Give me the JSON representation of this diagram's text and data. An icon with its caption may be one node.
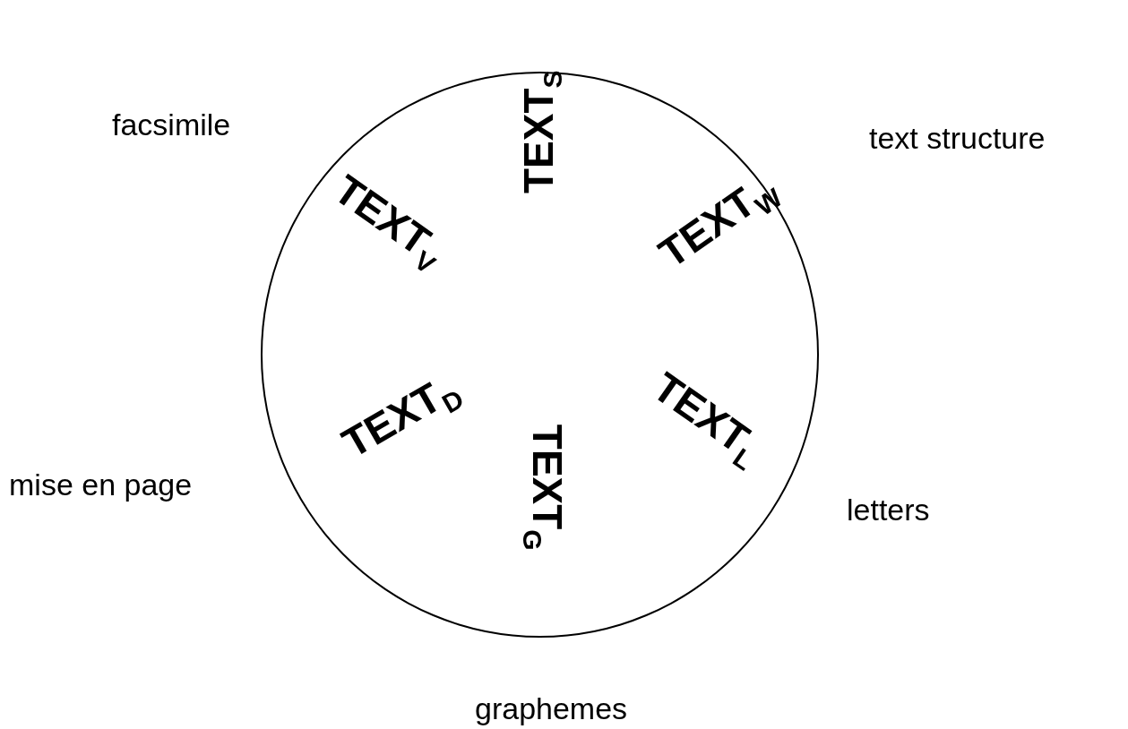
{
  "diagram": {
    "nodes": [
      {
        "text": [],
        "shape": "circle"
      },
      {
        "text": [
          "TEXT$_{S}$"
        ],
        "in": 0
      },
      {
        "text": [
          "TEXT$_{V}$"
        ],
        "in": 0
      },
      {
        "text": [
          "TEXT$_{W}$"
        ],
        "in": 0
      },
      {
        "text": [
          "TEXT$_{D}$"
        ],
        "in": 0
      },
      {
        "text": [
          "TEXT$_{L}$"
        ],
        "in": 0
      },
      {
        "text": [
          "TEXT$_{G}$"
        ],
        "in": 0
      }
    ],
    "labels": [
      "facsimile",
      "text structure",
      "mise en page",
      "letters",
      "graphemes"
    ]
  }
}
